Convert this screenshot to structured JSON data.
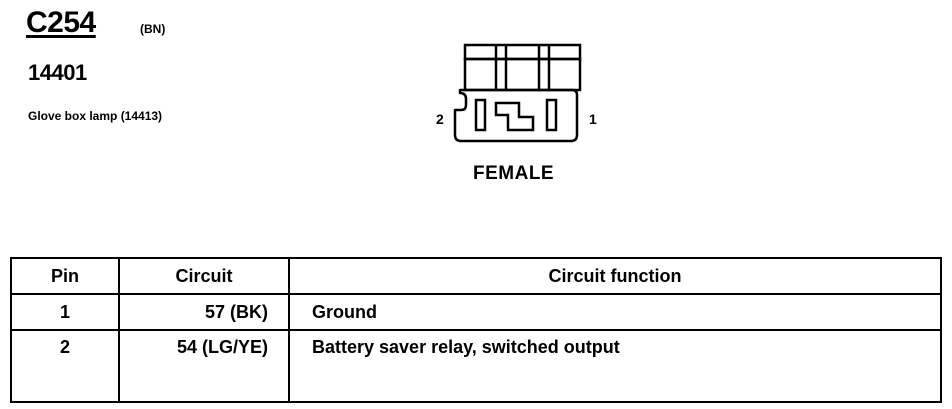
{
  "connector": {
    "id": "C254",
    "color_code": "(BN)",
    "part_number": "14401",
    "component": "Glove box lamp (14413)"
  },
  "diagram": {
    "pin_left_label": "2",
    "pin_right_label": "1",
    "gender": "FEMALE"
  },
  "table": {
    "headers": {
      "pin": "Pin",
      "circuit": "Circuit",
      "function": "Circuit function"
    },
    "rows": [
      {
        "pin": "1",
        "circuit": "57 (BK)",
        "function": "Ground"
      },
      {
        "pin": "2",
        "circuit": "54 (LG/YE)",
        "function": "Battery saver relay, switched output"
      }
    ]
  }
}
